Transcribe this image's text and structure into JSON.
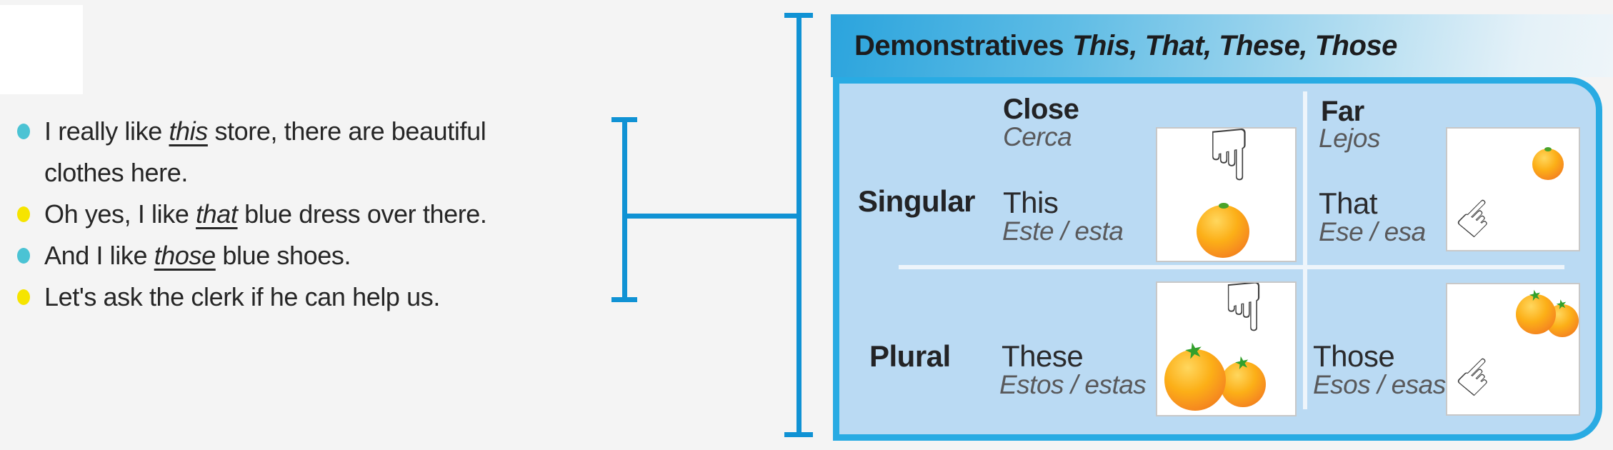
{
  "header": {
    "title_main": "Demonstratives",
    "title_words": "This, That, These, Those"
  },
  "bullets": [
    {
      "color": "#4bc3d4",
      "pre": "I really like ",
      "em": "this",
      "post": " store, there are beautiful\nclothes here."
    },
    {
      "color": "#f6e400",
      "pre": "Oh yes, I like ",
      "em": "that",
      "post": " blue dress over there."
    },
    {
      "color": "#4bc3d4",
      "pre": "And I like ",
      "em": "those",
      "post": " blue shoes."
    },
    {
      "color": "#f6e400",
      "pre": "Let's ask the clerk if he can help us.",
      "em": "",
      "post": ""
    }
  ],
  "table": {
    "cols": [
      {
        "en": "Close",
        "es": "Cerca"
      },
      {
        "en": "Far",
        "es": "Lejos"
      }
    ],
    "rows": [
      {
        "label": "Singular"
      },
      {
        "label": "Plural"
      }
    ],
    "cells": [
      {
        "en": "This",
        "es": "Este / esta",
        "icon": "hand-pointing-down-at-one-orange"
      },
      {
        "en": "That",
        "es": "Ese / esa",
        "icon": "hand-pointing-up-at-far-orange"
      },
      {
        "en": "These",
        "es": "Estos / estas",
        "icon": "hand-pointing-down-at-two-oranges"
      },
      {
        "en": "Those",
        "es": "Esos / esas",
        "icon": "hand-pointing-up-at-far-oranges"
      }
    ]
  },
  "icons": {
    "hand_down": "☟",
    "hand_up_right": "☞",
    "star": "★"
  },
  "colors": {
    "background": "#f4f4f4",
    "bracket_blue": "#1092d4",
    "table_border_blue": "#29abe3",
    "cell_background": "#badaf3",
    "header_gradient_start": "#2ba4dd",
    "header_gradient_end": "#eef5f9",
    "bullet_cyan": "#4bc3d4",
    "bullet_yellow": "#f6e400",
    "text_dark": "#262626",
    "text_gray": "#59595b",
    "orange_fruit": "#f68b1f"
  }
}
